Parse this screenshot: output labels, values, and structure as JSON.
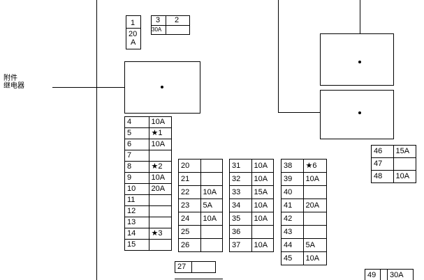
{
  "label_left": [
    "附件",
    "继电器"
  ],
  "top_fuses": {
    "f1": "1",
    "f20a": [
      "20",
      "A"
    ],
    "f3": "3",
    "f2": "2",
    "f3_amp": "30A"
  },
  "col1": [
    [
      "4",
      "10A"
    ],
    [
      "5",
      "★1"
    ],
    [
      "6",
      "10A"
    ],
    [
      "7",
      ""
    ],
    [
      "8",
      "★2"
    ],
    [
      "9",
      "10A"
    ],
    [
      "10",
      "20A"
    ],
    [
      "11",
      ""
    ],
    [
      "12",
      ""
    ],
    [
      "13",
      ""
    ],
    [
      "14",
      "★3"
    ],
    [
      "15",
      ""
    ]
  ],
  "col2": [
    [
      "20",
      ""
    ],
    [
      "21",
      ""
    ],
    [
      "22",
      "10A"
    ],
    [
      "23",
      "5A"
    ],
    [
      "24",
      "10A"
    ],
    [
      "25",
      ""
    ],
    [
      "26",
      ""
    ]
  ],
  "col3": [
    [
      "31",
      "10A"
    ],
    [
      "32",
      "10A"
    ],
    [
      "33",
      "15A"
    ],
    [
      "34",
      "10A"
    ],
    [
      "35",
      "10A"
    ],
    [
      "36",
      ""
    ],
    [
      "37",
      "10A"
    ]
  ],
  "col4": [
    [
      "38",
      "★6"
    ],
    [
      "39",
      "10A"
    ],
    [
      "40",
      ""
    ],
    [
      "41",
      "20A"
    ],
    [
      "42",
      ""
    ],
    [
      "43",
      ""
    ],
    [
      "44",
      "5A"
    ],
    [
      "45",
      "10A"
    ]
  ],
  "col5": [
    [
      "46",
      "15A"
    ],
    [
      "47",
      ""
    ],
    [
      "48",
      "10A"
    ]
  ],
  "f27": "27",
  "f49": [
    "49",
    "30A"
  ]
}
